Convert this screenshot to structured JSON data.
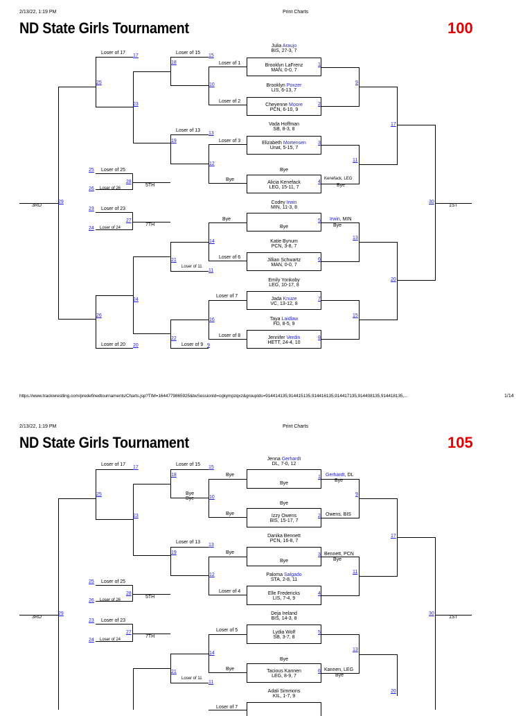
{
  "header": {
    "timestamp": "2/13/22, 1:19 PM",
    "center_title": "Print Charts"
  },
  "tournament_title": "ND State Girls Tournament",
  "footer": {
    "url": "https://www.trackwrestling.com/predefinedtournaments/Charts.jsp?TIM=1644779865925&twSessionId=cqkympzqxz&groupIds=914414135,914415135,914416135,914417135,914408135,914418135,...",
    "page": "1/14"
  },
  "labels": {
    "third": "3RD",
    "first": "1ST",
    "fifth": "5TH",
    "seventh": "7TH",
    "bye": "Bye"
  },
  "bracket100": {
    "weight": "100",
    "wrestlers": [
      {
        "first": "Julia",
        "last": "Araujo",
        "info": "BIS, 27-3, 7"
      },
      {
        "first": "Brooklyn LaFrenz",
        "last": "",
        "info": "MAN, 0-0, 7"
      },
      {
        "first": "Brooklyn",
        "last": "Poxzer",
        "info": "LIS, 6-13, 7"
      },
      {
        "first": "Cheyenne",
        "last": "Moore",
        "info": "PCN, 6-10, 9"
      },
      {
        "first": "Vada Hoffman",
        "last": "",
        "info": "SB, 8-3, 8"
      },
      {
        "first": "Elizabeth",
        "last": "Mortensen",
        "info": "Unat, 5-15, 7"
      },
      {
        "first": "Bye",
        "last": "",
        "info": ""
      },
      {
        "first": "Alicia Kenefack",
        "last": "",
        "info": "LEG, 15-11, 7"
      },
      {
        "first": "Codey",
        "last": "Irwin",
        "info": "MIN, 11-3, 8"
      },
      {
        "first": "Bye",
        "last": "",
        "info": ""
      },
      {
        "first": "Katie Bynum",
        "last": "",
        "info": "PCN, 3-8, 7"
      },
      {
        "first": "Jillian Schwartz",
        "last": "",
        "info": "MAN, 0-0, 7"
      },
      {
        "first": "Emily Yonkoby",
        "last": "",
        "info": "LEG, 10-17, 8"
      },
      {
        "first": "Jada",
        "last": "Knuze",
        "info": "VC, 13-12, 8"
      },
      {
        "first": "Taya",
        "last": "Laidlaw",
        "info": "FD, 8-5, 9"
      },
      {
        "first": "Jennifer",
        "last": "Verdin",
        "info": "HETT, 24-4, 10"
      }
    ],
    "advances": {
      "m4_name": "Kenefack, LEG",
      "m4_note": "Bye",
      "m5_name": "Irwin",
      "m5_team": ", MIN",
      "m5_note": "Bye"
    },
    "cons": {
      "loser1": "Loser of 1",
      "loser2": "Loser of 2",
      "loser3": "Loser of 3",
      "bye4": "Bye",
      "bye5": "Bye",
      "loser6": "Loser of 6",
      "loser7": "Loser of 7",
      "loser8": "Loser of 8",
      "loser15": "Loser of 15",
      "loser13": "Loser of 13",
      "loser17": "Loser of 17",
      "loser11": "Loser of 11",
      "loser9": "Loser of 9",
      "loser20": "Loser of 20",
      "loser25": "Loser of 25",
      "loser26": "Loser of 26",
      "loser23": "Loser of 23",
      "loser24": "Loser of 24"
    }
  },
  "bracket105": {
    "weight": "105",
    "wrestlers": [
      {
        "first": "Jenna",
        "last": "Gerhardt",
        "info": "DL, 7-0, 12"
      },
      {
        "first": "Bye",
        "last": "",
        "info": ""
      },
      {
        "first": "Bye",
        "last": "",
        "info": ""
      },
      {
        "first": "Izzy Owens",
        "last": "",
        "info": "BIS, 15-17, 7"
      },
      {
        "first": "Danika Bennett",
        "last": "",
        "info": "PCN, 16-8, 7"
      },
      {
        "first": "Bye",
        "last": "",
        "info": ""
      },
      {
        "first": "Paloma",
        "last": "Salgado",
        "info": "STA, 2-8, 11"
      },
      {
        "first": "Elle Fredericks",
        "last": "",
        "info": "LIS, 7-4, 9"
      },
      {
        "first": "Deja Ireland",
        "last": "",
        "info": "BIS, 14-3, 8"
      },
      {
        "first": "Lydia Wolf",
        "last": "",
        "info": "SB, 3-7, 8"
      },
      {
        "first": "Bye",
        "last": "",
        "info": ""
      },
      {
        "first": "Tacious Kannen",
        "last": "",
        "info": "LEG, 8-9, 7"
      },
      {
        "first": "Adali Simmons",
        "last": "",
        "info": "KIL, 1-7, 9"
      }
    ],
    "advances": {
      "m1_last": "Gerhardt",
      "m1_team": ", DL",
      "m1_note": "Bye",
      "m2_name": "Owens, BIS",
      "m3_name": "Bennett, PCN",
      "m3_note": "Bye",
      "m6_name": "Kannen, LEG",
      "m6_note": "Bye"
    },
    "cons": {
      "bye1": "Bye",
      "bye2": "Bye",
      "bye3": "Bye",
      "loser4": "Loser of 4",
      "loser5": "Loser of 5",
      "bye6": "Bye",
      "loser7": "Loser of 7",
      "loser15": "Loser of 15",
      "loser13": "Loser of 13",
      "loser17": "Loser of 17",
      "loser11": "Loser of 11",
      "bye10a": "Bye",
      "bye10b": "Bye",
      "loser25": "Loser of 25",
      "loser26": "Loser of 26",
      "loser23": "Loser of 23",
      "loser24": "Loser of 24"
    }
  }
}
